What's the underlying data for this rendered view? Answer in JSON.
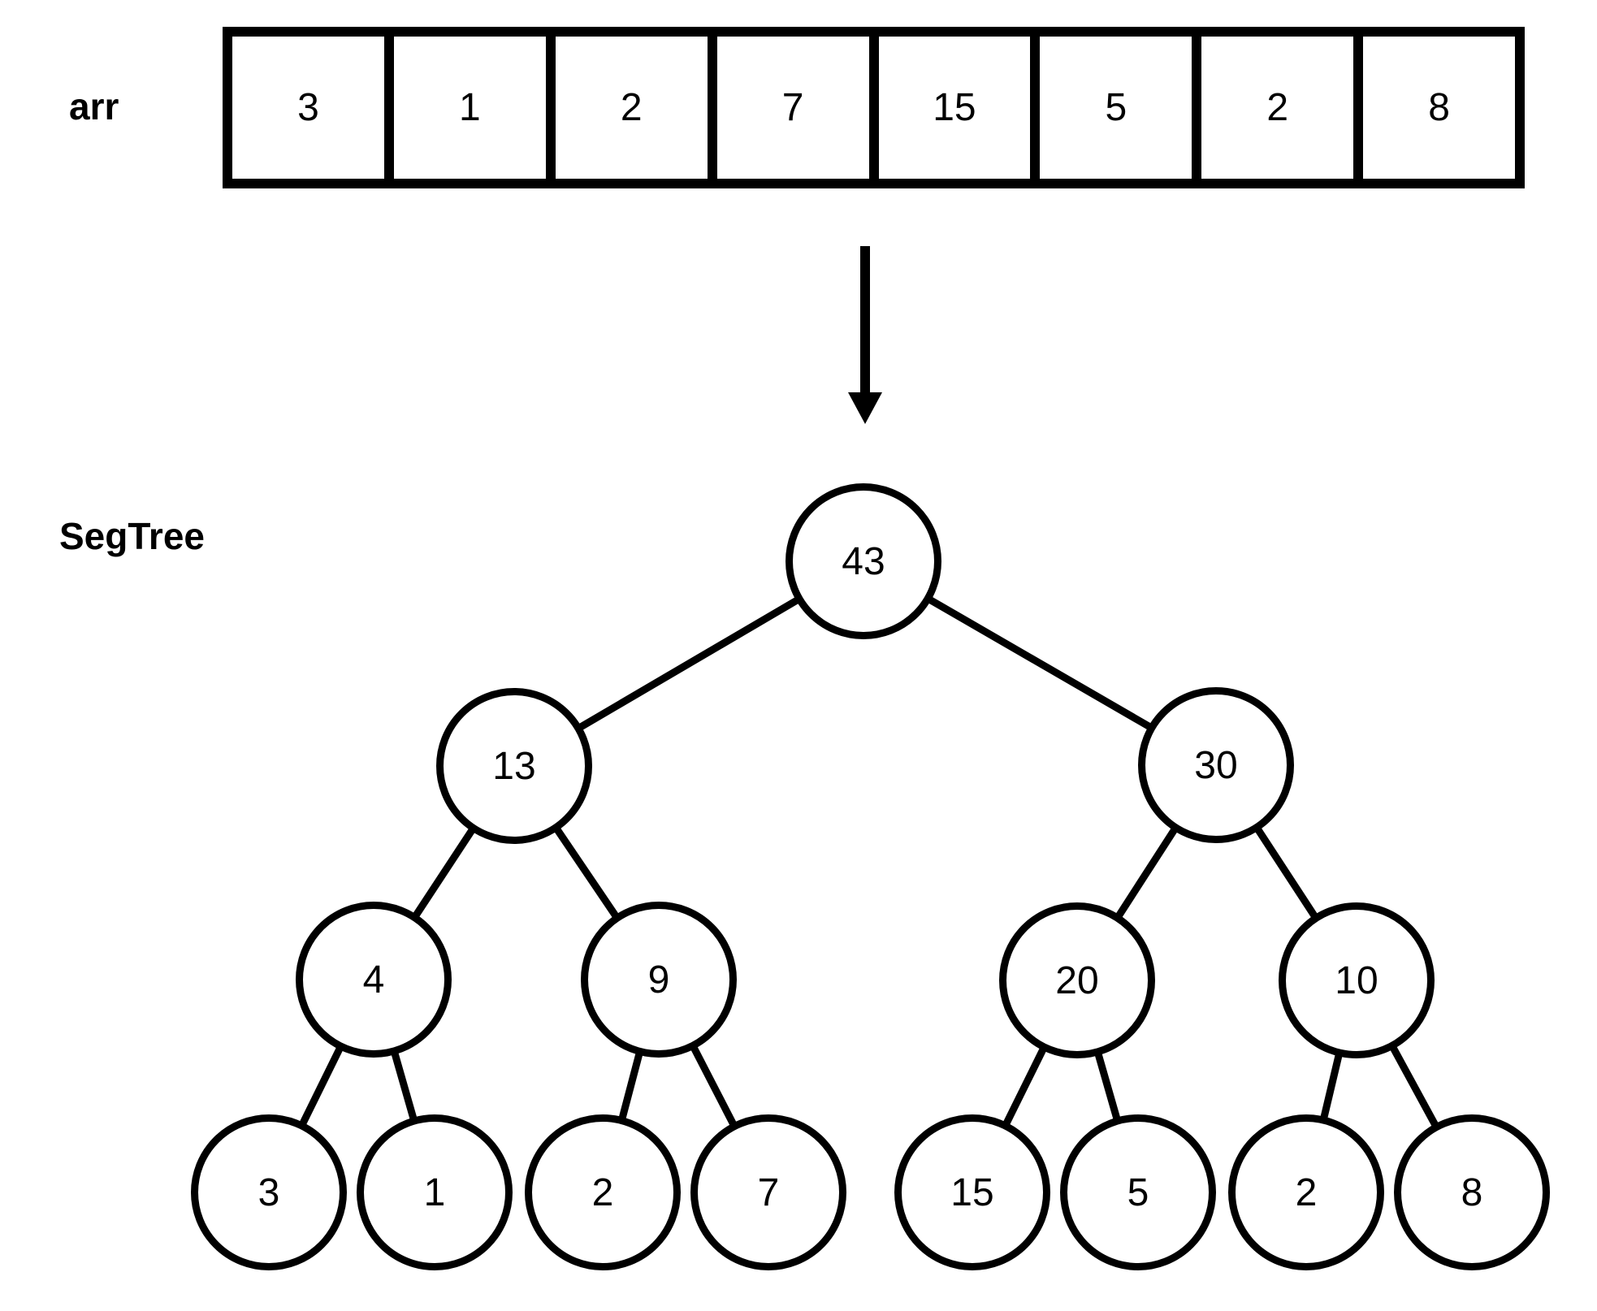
{
  "array": {
    "label": "arr",
    "values": [
      "3",
      "1",
      "2",
      "7",
      "15",
      "5",
      "2",
      "8"
    ]
  },
  "icons": {
    "arrow": "down-arrow-icon"
  },
  "tree": {
    "label": "SegTree",
    "levels": [
      [
        "43"
      ],
      [
        "13",
        "30"
      ],
      [
        "4",
        "9",
        "20",
        "10"
      ],
      [
        "3",
        "1",
        "2",
        "7",
        "15",
        "5",
        "2",
        "8"
      ]
    ]
  },
  "colors": {
    "ink": "#000000",
    "background": "#ffffff"
  }
}
